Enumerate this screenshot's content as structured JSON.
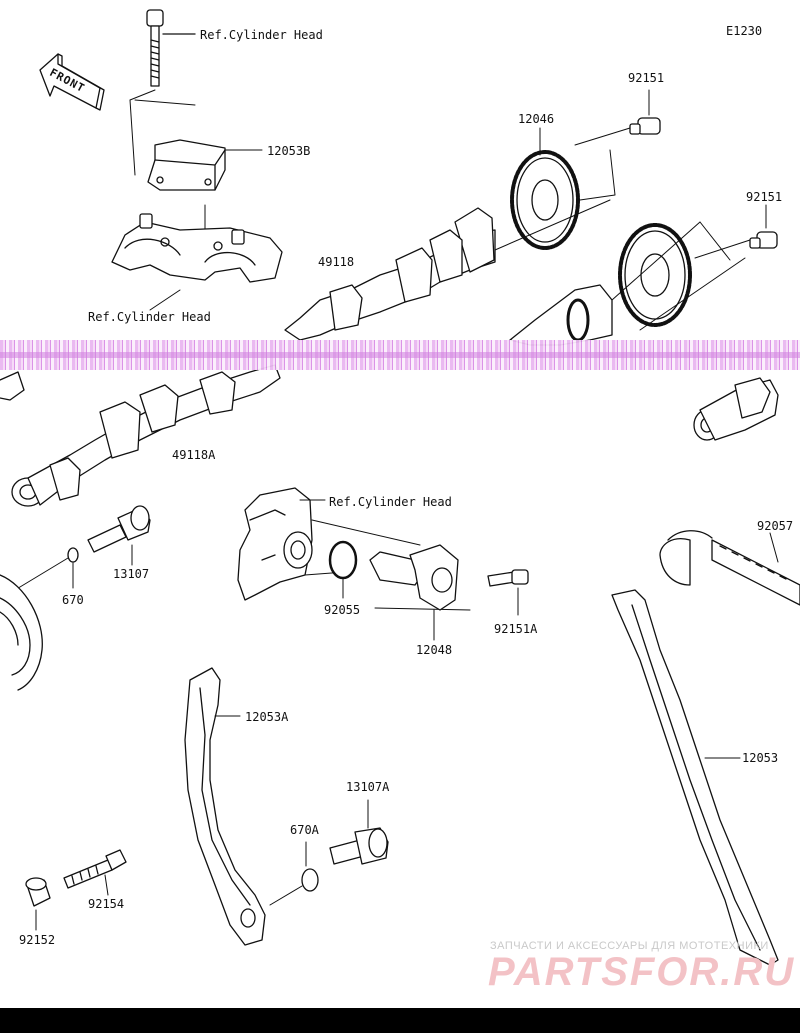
{
  "diagram_code": "E1230",
  "front_label": "FRONT",
  "refs": {
    "cylinder_head_top": "Ref.Cylinder Head",
    "cylinder_head_mid": "Ref.Cylinder Head",
    "cylinder_head_tensioner": "Ref.Cylinder Head"
  },
  "parts": {
    "p12053B": "12053B",
    "p92151_a": "92151",
    "p12046": "12046",
    "p92151_b": "92151",
    "p49118": "49118",
    "p49118A": "49118A",
    "p13107": "13107",
    "p670": "670",
    "p92055": "92055",
    "p12048": "12048",
    "p92151A": "92151A",
    "p92057": "92057",
    "p12053A": "12053A",
    "p12053": "12053",
    "p13107A": "13107A",
    "p670A": "670A",
    "p92154": "92154",
    "p92152": "92152"
  },
  "watermark": {
    "tagline": "ЗАПЧАСТИ И АКСЕССУАРЫ ДЛЯ МОТОТЕХНИКИ",
    "brand": "PARTSFOR.RU"
  },
  "colors": {
    "line": "#111111",
    "glitch": "#d98de6",
    "watermark_brand": "#f3c2c6",
    "bottom_bar": "#000000"
  }
}
